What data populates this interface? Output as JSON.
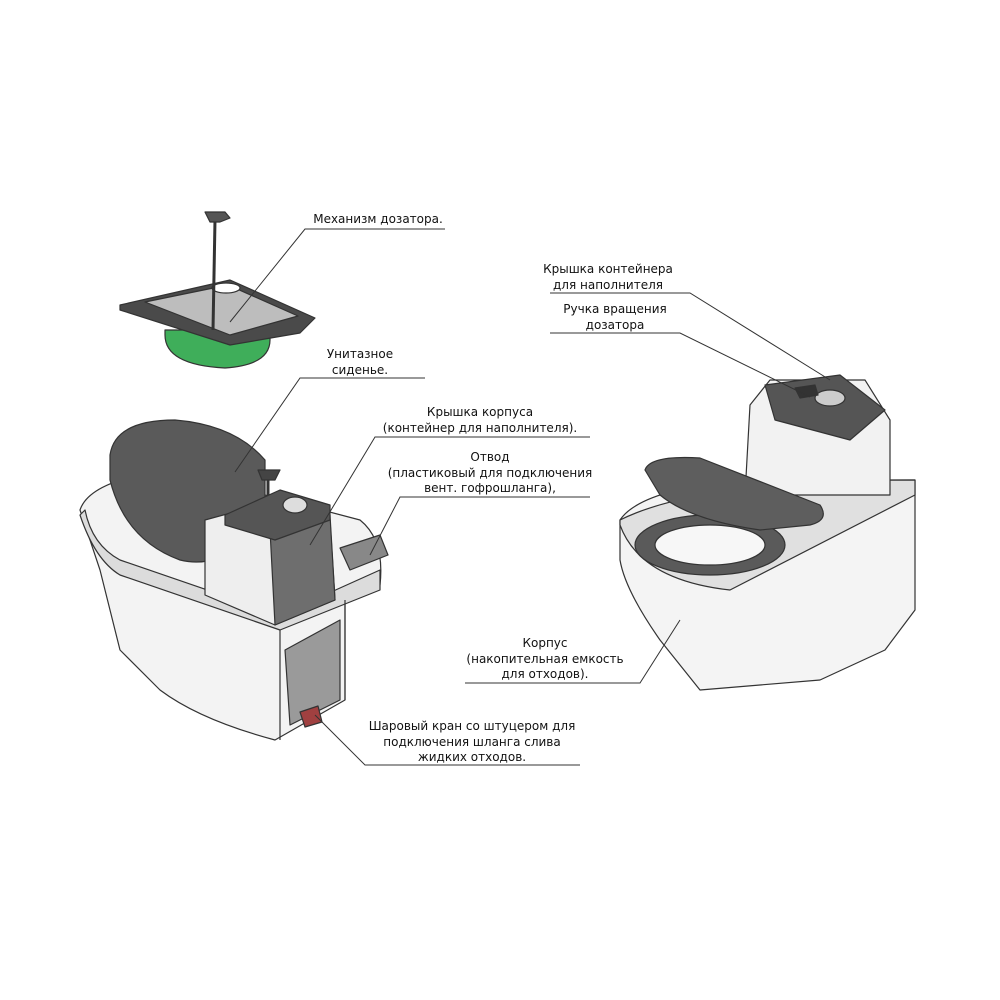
{
  "labels": {
    "dispenser_mechanism": [
      "Механизм дозатора."
    ],
    "toilet_seat": [
      "Унитазное",
      "сиденье."
    ],
    "body_lid": [
      "Крышка корпуса",
      "(контейнер для наполнителя)."
    ],
    "vent_outlet": [
      "Отвод",
      "(пластиковый для подключения",
      "вент. гофрошланга),"
    ],
    "ball_valve": [
      "Шаровый кран со штуцером для",
      "подключения шланга слива",
      "жидких отходов."
    ],
    "container_lid": [
      "Крышка контейнера",
      "для наполнителя"
    ],
    "dispenser_handle": [
      "Ручка вращения",
      "дозатора"
    ],
    "body": [
      "Корпус",
      "(накопительная емкость",
      "для отходов)."
    ]
  },
  "colors": {
    "line": "#333333",
    "body": "#f2f2f2",
    "dark": "#5a5a5a",
    "green": "#3fae5a"
  }
}
